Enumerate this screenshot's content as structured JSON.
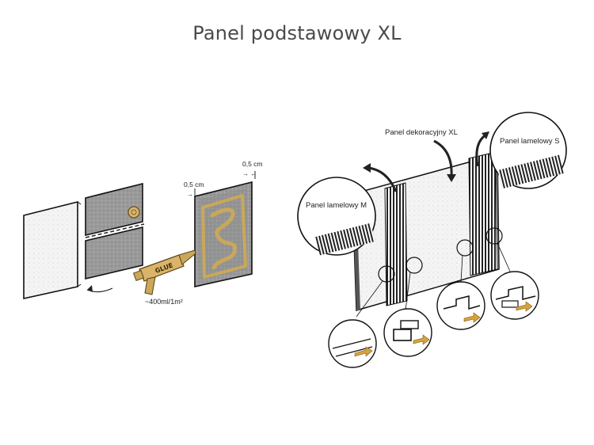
{
  "page": {
    "title": "Panel podstawowy XL"
  },
  "left_diagram": {
    "gap_label_left": "0,5 cm",
    "gap_label_right": "0,5 cm",
    "glue_label": "GLUE",
    "glue_amount": "~400ml/1m²"
  },
  "right_diagram": {
    "label_decor": "Panel dekoracyjny XL",
    "label_lamel_m": "Panel lamelowy M",
    "label_lamel_s": "Panel lamelowy S"
  },
  "colors": {
    "glue": "#c9a85a",
    "line": "#1a1a1a",
    "arrow": "#d9a23a"
  }
}
